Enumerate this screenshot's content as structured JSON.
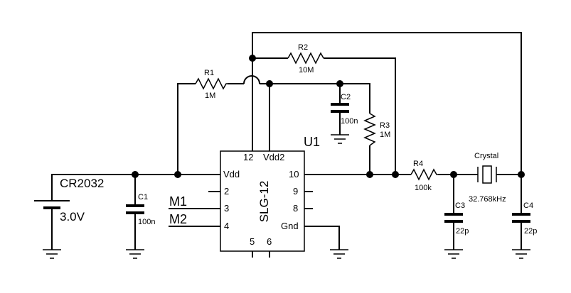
{
  "battery": {
    "name": "CR2032",
    "voltage": "3.0V"
  },
  "ic": {
    "ref": "U1",
    "part": "SLG-12",
    "pins": {
      "vdd": "Vdd",
      "vdd2": "Vdd2",
      "p12": "12",
      "p2": "2",
      "p3": "3",
      "p4": "4",
      "p5": "5",
      "p6": "6",
      "p8": "8",
      "p9": "9",
      "p10": "10",
      "gnd": "Gnd"
    }
  },
  "inputs": {
    "m1": "M1",
    "m2": "M2"
  },
  "resistors": {
    "r1": {
      "ref": "R1",
      "value": "1M"
    },
    "r2": {
      "ref": "R2",
      "value": "10M"
    },
    "r3": {
      "ref": "R3",
      "value": "1M"
    },
    "r4": {
      "ref": "R4",
      "value": "100k"
    }
  },
  "capacitors": {
    "c1": {
      "ref": "C1",
      "value": "100n"
    },
    "c2": {
      "ref": "C2",
      "value": "100n"
    },
    "c3": {
      "ref": "C3",
      "value": "22p"
    },
    "c4": {
      "ref": "C4",
      "value": "22p"
    }
  },
  "crystal": {
    "label": "Crystal",
    "frequency": "32.768kHz"
  }
}
